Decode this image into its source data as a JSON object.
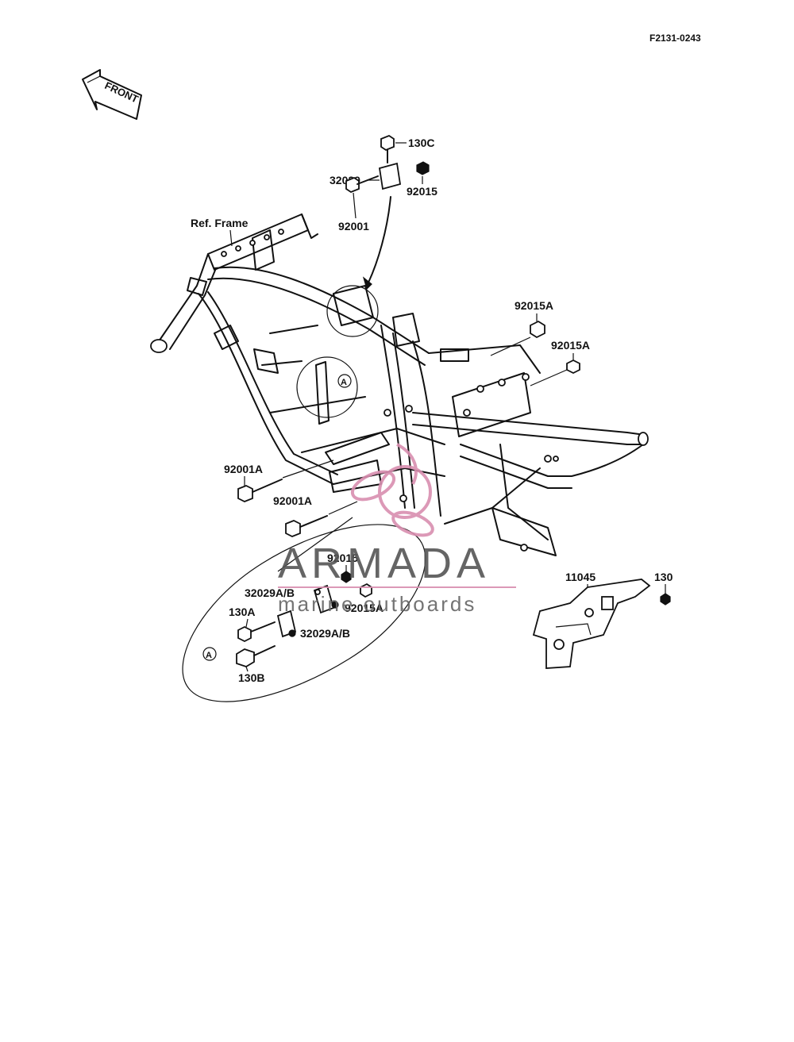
{
  "document_id": "F2131-0243",
  "front_label": "FRONT",
  "ref_frame_label": "Ref. Frame",
  "callout_letter": "A",
  "watermark": {
    "brand": "ARMADA",
    "tagline": "marine outboards",
    "accent_color": "#d98fb0",
    "text_color": "#555555"
  },
  "labels": {
    "p130c": "130C",
    "p32029_top": "32029",
    "p92015_top": "92015",
    "p92001": "92001",
    "p92015a_1": "92015A",
    "p92015a_2": "92015A",
    "p92001a_1": "92001A",
    "p92001a_2": "92001A",
    "p92015_detail": "92015",
    "p32029ab_1": "32029A/B",
    "p92015a_detail": "92015A",
    "p130a": "130A",
    "p32029ab_2": "32029A/B",
    "p130b": "130B",
    "p11045": "11045",
    "p130": "130"
  }
}
